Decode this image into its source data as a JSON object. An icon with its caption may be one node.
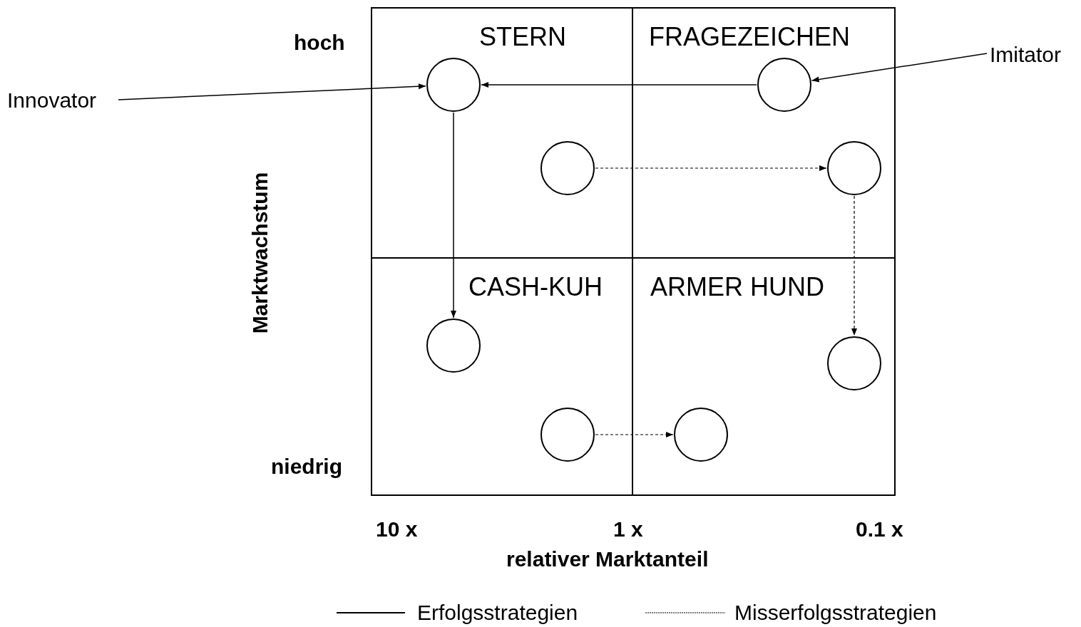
{
  "diagram": {
    "nodes": [
      {
        "text": [
          "STERN"
        ]
      },
      {
        "text": [],
        "shape": "circle",
        "in": 0
      },
      {
        "text": [],
        "shape": "circle",
        "in": 0
      },
      {
        "text": [
          "FRAGEZEICHEN"
        ]
      },
      {
        "text": [],
        "shape": "circle",
        "in": 3
      },
      {
        "text": [],
        "shape": "circle",
        "in": 3
      },
      {
        "text": [
          "CASH-KUH"
        ]
      },
      {
        "text": [],
        "shape": "circle",
        "in": 6
      },
      {
        "text": [],
        "shape": "circle",
        "in": 6
      },
      {
        "text": [
          "ARMER HUND"
        ]
      },
      {
        "text": [],
        "shape": "circle",
        "in": 9
      },
      {
        "text": [],
        "shape": "circle",
        "in": 9
      },
      {
        "text": [
          "Innovator"
        ]
      },
      {
        "text": [
          "Imitator"
        ]
      }
    ],
    "edges": [
      {
        "from": 12,
        "to": 1,
        "arrow": "to"
      },
      {
        "from": 13,
        "to": 4,
        "arrow": "to"
      },
      {
        "from": 4,
        "to": 1,
        "arrow": "to"
      },
      {
        "from": 1,
        "to": 7,
        "arrow": "to"
      },
      {
        "from": 2,
        "to": 5,
        "arrow": "to",
        "style": "dashed"
      },
      {
        "from": 5,
        "to": 10,
        "arrow": "to",
        "style": "dashed"
      },
      {
        "from": 8,
        "to": 11,
        "arrow": "to",
        "style": "dashed"
      }
    ],
    "labels": [
      "hoch",
      "Marktwachstum",
      "niedrig",
      "10 x",
      "1 x",
      "0.1 x",
      "relativer Marktanteil"
    ],
    "legend": [
      {
        "text": "Erfolgsstrategien"
      },
      {
        "text": "Misserfolgsstrategien"
      }
    ]
  }
}
